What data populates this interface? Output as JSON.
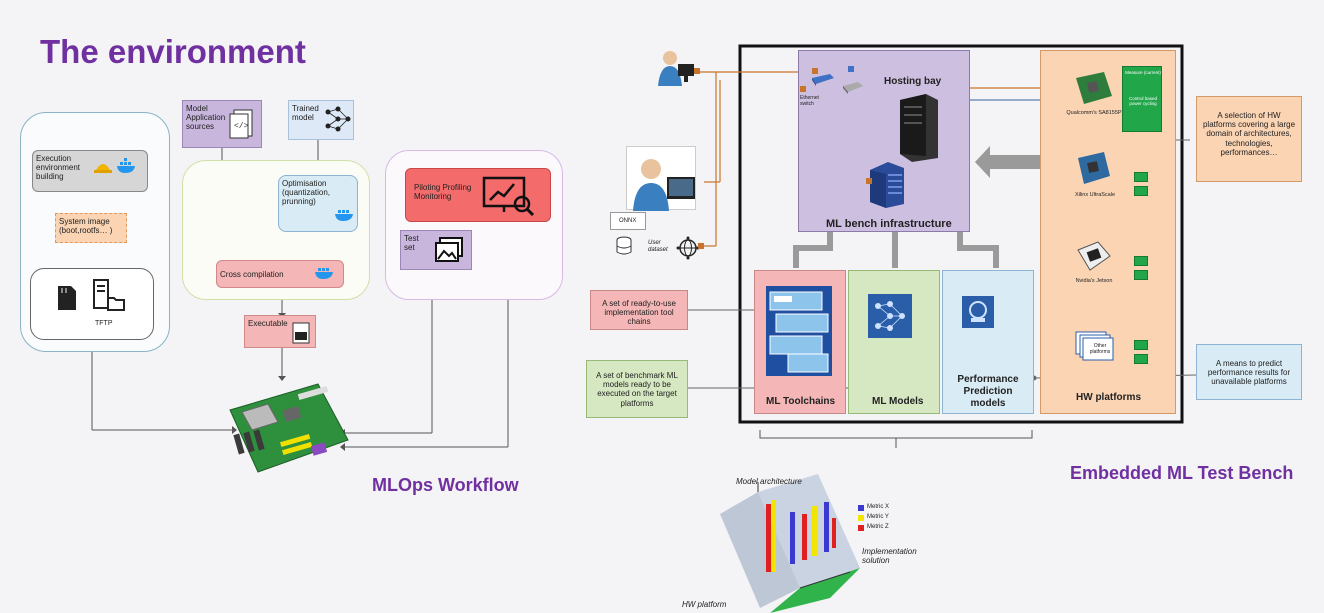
{
  "slide": {
    "title": "The environment",
    "mlops_title": "MLOps Workflow",
    "bench_title": "Embedded ML Test Bench"
  },
  "mlops": {
    "execution_env": "Execution environment building",
    "system_image": "System image (boot,rootfs… )",
    "tftp": "TFTP",
    "model_sources": "Model Application sources",
    "trained_model": "Trained model",
    "optimisation": "Optimisation (quantization, prunning)",
    "cross_compilation": "Cross compilation",
    "executable": "Executable",
    "piloting": "Piloting Profiling Monitoring",
    "test_set": "Test set"
  },
  "bench": {
    "hosting_bay": "Hosting bay",
    "ethernet_switch": "Ethernet switch",
    "infrastructure": "ML bench infrastructure",
    "onnx": "ONNX",
    "user_dataset": "User dataset",
    "toolchains": "ML Toolchains",
    "models": "ML Models",
    "prediction": "Performance Prediction models",
    "hw_platforms": "HW platforms",
    "qualcomm": "Qualcomm's SA8155P",
    "xilinx": "Xilinx UltraScale",
    "nvidia": "Nvidia's Jetson",
    "other": "Other platforms",
    "measure": "Measure (current)",
    "power_cycling": "Control based power cycling",
    "callout_hw": "A selection of HW platforms covering a large domain of architectures, technologies, performances…",
    "callout_toolchains": "A set of ready-to-use implementation tool chains",
    "callout_models": "A set of benchmark ML models ready to be executed on the target platforms",
    "callout_predict": "A means to predict performance results for unavailable platforms"
  },
  "cube": {
    "axis_model": "Model architecture",
    "axis_impl": "Implementation solution",
    "axis_hw": "HW platform",
    "legend": [
      "Metric X",
      "Metric Y",
      "Metric Z"
    ],
    "legend_colors": [
      "#3a3ad0",
      "#f2e600",
      "#e02020"
    ]
  },
  "colors": {
    "title_purple": "#7030a0",
    "pink": "#f4b6b6",
    "green": "#d6e8c2",
    "blue": "#d9ebf5",
    "lavender": "#cdbfe0",
    "orange": "#fbd4b4",
    "red_box": "#f36b6b"
  }
}
